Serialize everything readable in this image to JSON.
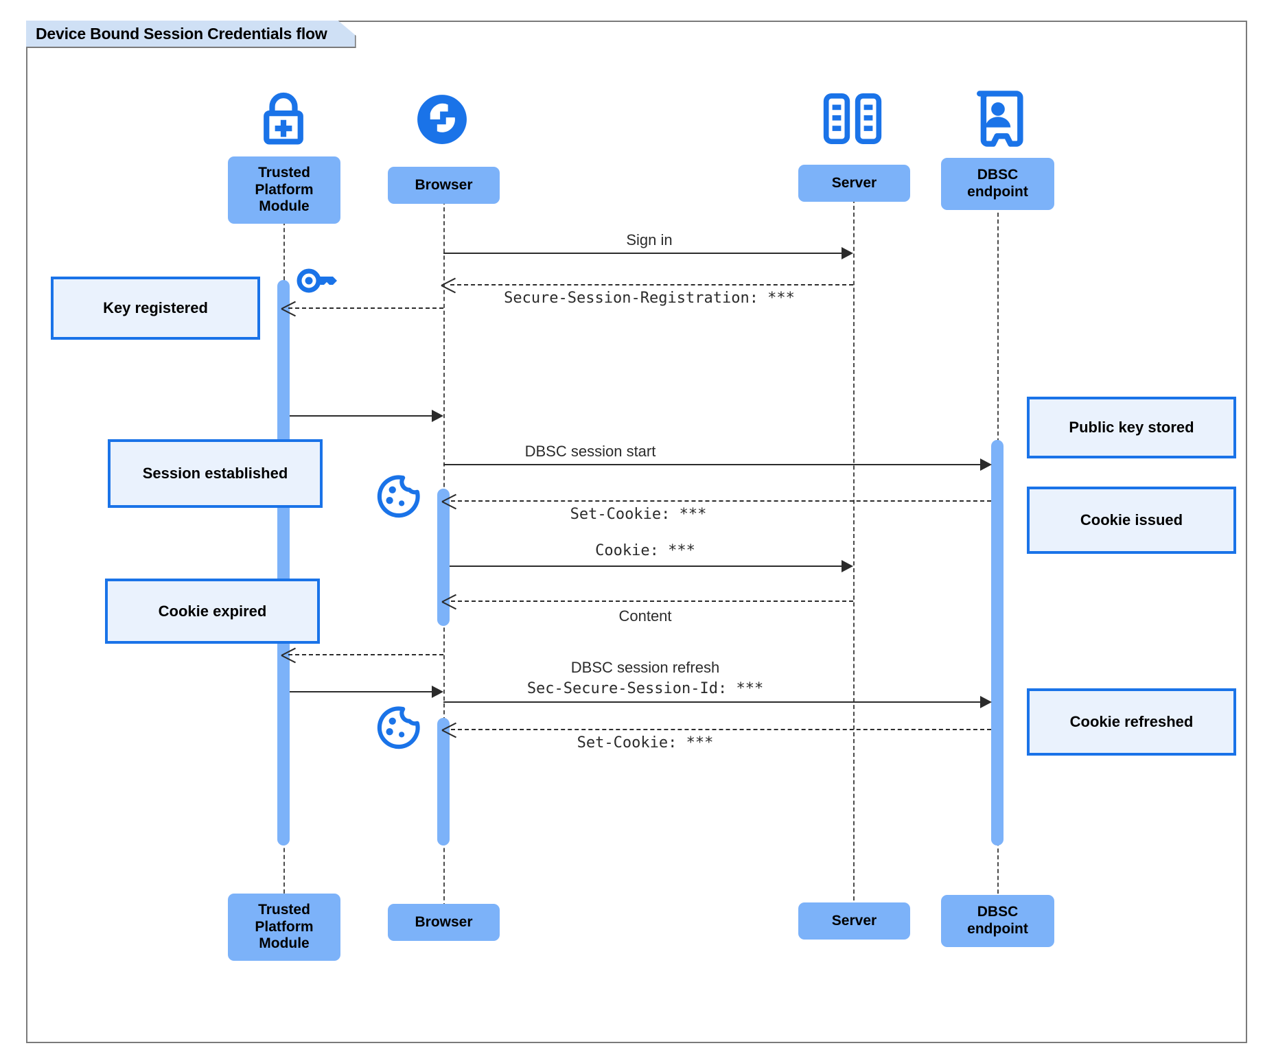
{
  "frame": {
    "title": "Device Bound Session Credentials flow"
  },
  "participants": [
    {
      "id": "tpm",
      "label": "Trusted Platform Module",
      "icon": "lock-plus-icon"
    },
    {
      "id": "browser",
      "label": "Browser",
      "icon": "globe-icon"
    },
    {
      "id": "server",
      "label": "Server",
      "icon": "server-rack-icon"
    },
    {
      "id": "dbsc",
      "label": "DBSC endpoint",
      "icon": "id-badge-icon"
    }
  ],
  "messages": [
    {
      "id": "sign-in",
      "label": "Sign in",
      "style": "sans",
      "from": "browser",
      "to": "server",
      "line": "solid"
    },
    {
      "id": "secure-session-reg",
      "label": "Secure-Session-Registration: ***",
      "style": "mono",
      "from": "server",
      "to": "browser",
      "line": "dashed"
    },
    {
      "id": "tpm-to-browser-key",
      "label": "",
      "style": "sans",
      "from": "tpm",
      "to": "browser",
      "line": "solid"
    },
    {
      "id": "dbsc-session-start",
      "label": "DBSC session start",
      "style": "sans",
      "from": "browser",
      "to": "dbsc",
      "line": "solid"
    },
    {
      "id": "set-cookie-1",
      "label": "Set-Cookie: ***",
      "style": "mono",
      "from": "dbsc",
      "to": "browser",
      "line": "dashed"
    },
    {
      "id": "cookie-request",
      "label": "Cookie: ***",
      "style": "mono",
      "from": "browser",
      "to": "server",
      "line": "solid"
    },
    {
      "id": "content",
      "label": "Content",
      "style": "sans",
      "from": "server",
      "to": "browser",
      "line": "dashed"
    },
    {
      "id": "browser-to-tpm",
      "label": "",
      "style": "sans",
      "from": "browser",
      "to": "tpm",
      "line": "dashed"
    },
    {
      "id": "dbsc-session-refresh-1",
      "label": "DBSC session refresh",
      "style": "sans",
      "from": "browser",
      "to": "dbsc",
      "line": "solid"
    },
    {
      "id": "dbsc-session-refresh-2",
      "label": "Sec-Secure-Session-Id: ***",
      "style": "mono",
      "from": "browser",
      "to": "dbsc",
      "line": "solid"
    },
    {
      "id": "tpm-to-browser-2",
      "label": "",
      "style": "sans",
      "from": "tpm",
      "to": "browser",
      "line": "solid"
    },
    {
      "id": "set-cookie-2",
      "label": "Set-Cookie: ***",
      "style": "mono",
      "from": "dbsc",
      "to": "browser",
      "line": "dashed"
    }
  ],
  "notes": [
    {
      "id": "key-registered",
      "label": "Key registered",
      "side": "left"
    },
    {
      "id": "session-established",
      "label": "Session established",
      "side": "left"
    },
    {
      "id": "cookie-expired",
      "label": "Cookie expired",
      "side": "left"
    },
    {
      "id": "public-key-stored",
      "label": "Public key stored",
      "side": "right"
    },
    {
      "id": "cookie-issued",
      "label": "Cookie issued",
      "side": "right"
    },
    {
      "id": "cookie-refreshed",
      "label": "Cookie refreshed",
      "side": "right"
    }
  ],
  "decorations": [
    {
      "id": "key-decoration",
      "icon": "key-icon"
    },
    {
      "id": "cookie-decoration-1",
      "icon": "cookie-icon"
    },
    {
      "id": "cookie-decoration-2",
      "icon": "cookie-icon"
    }
  ],
  "colors": {
    "participant_fill": "#7cb2f9",
    "icon_blue": "#1a73e8",
    "note_fill": "#eaf2fd",
    "note_border": "#1a73e8",
    "frame_border": "#7a7a7a",
    "frame_tab_fill": "#cfe0f5",
    "line": "#2b2b2b"
  }
}
